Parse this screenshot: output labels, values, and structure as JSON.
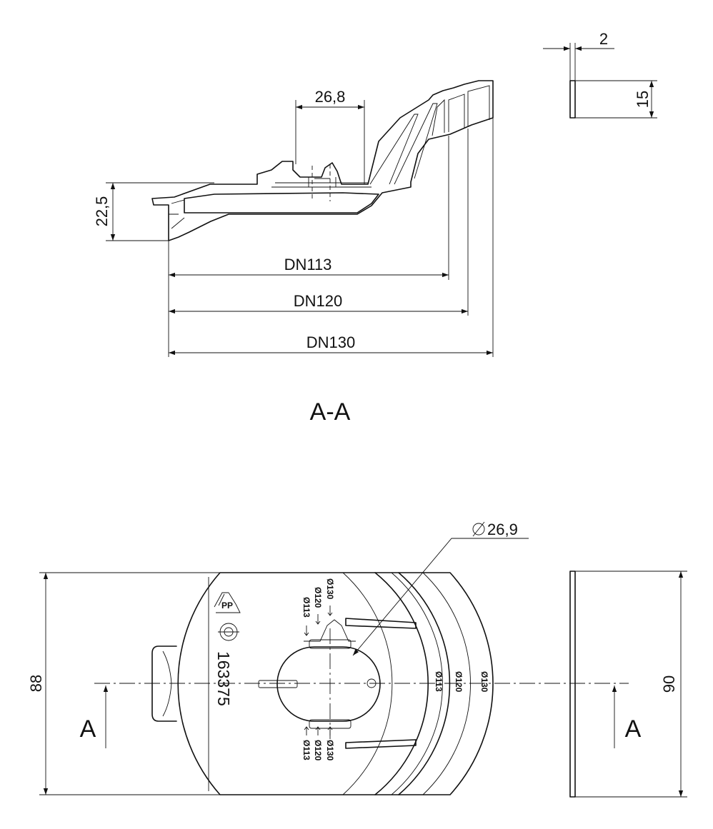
{
  "section_view": {
    "label": "A-A",
    "dims": {
      "top_width": "26,8",
      "height": "22,5",
      "dn113": "DN113",
      "dn120": "DN120",
      "dn130": "DN130",
      "thickness": "2",
      "flange_height": "15"
    }
  },
  "plan_view": {
    "dims": {
      "hole_diameter": "26,9",
      "height_left": "88",
      "height_right": "90"
    },
    "section_marks": {
      "left": "A",
      "right": "A"
    },
    "part_number": "163375",
    "recycle_code": "PP",
    "ring_labels": {
      "r113": "Ø113",
      "r120": "Ø120",
      "r130": "Ø130"
    },
    "stop_labels": {
      "s130": "Ø130",
      "s120": "Ø120",
      "s113": "Ø113"
    }
  }
}
